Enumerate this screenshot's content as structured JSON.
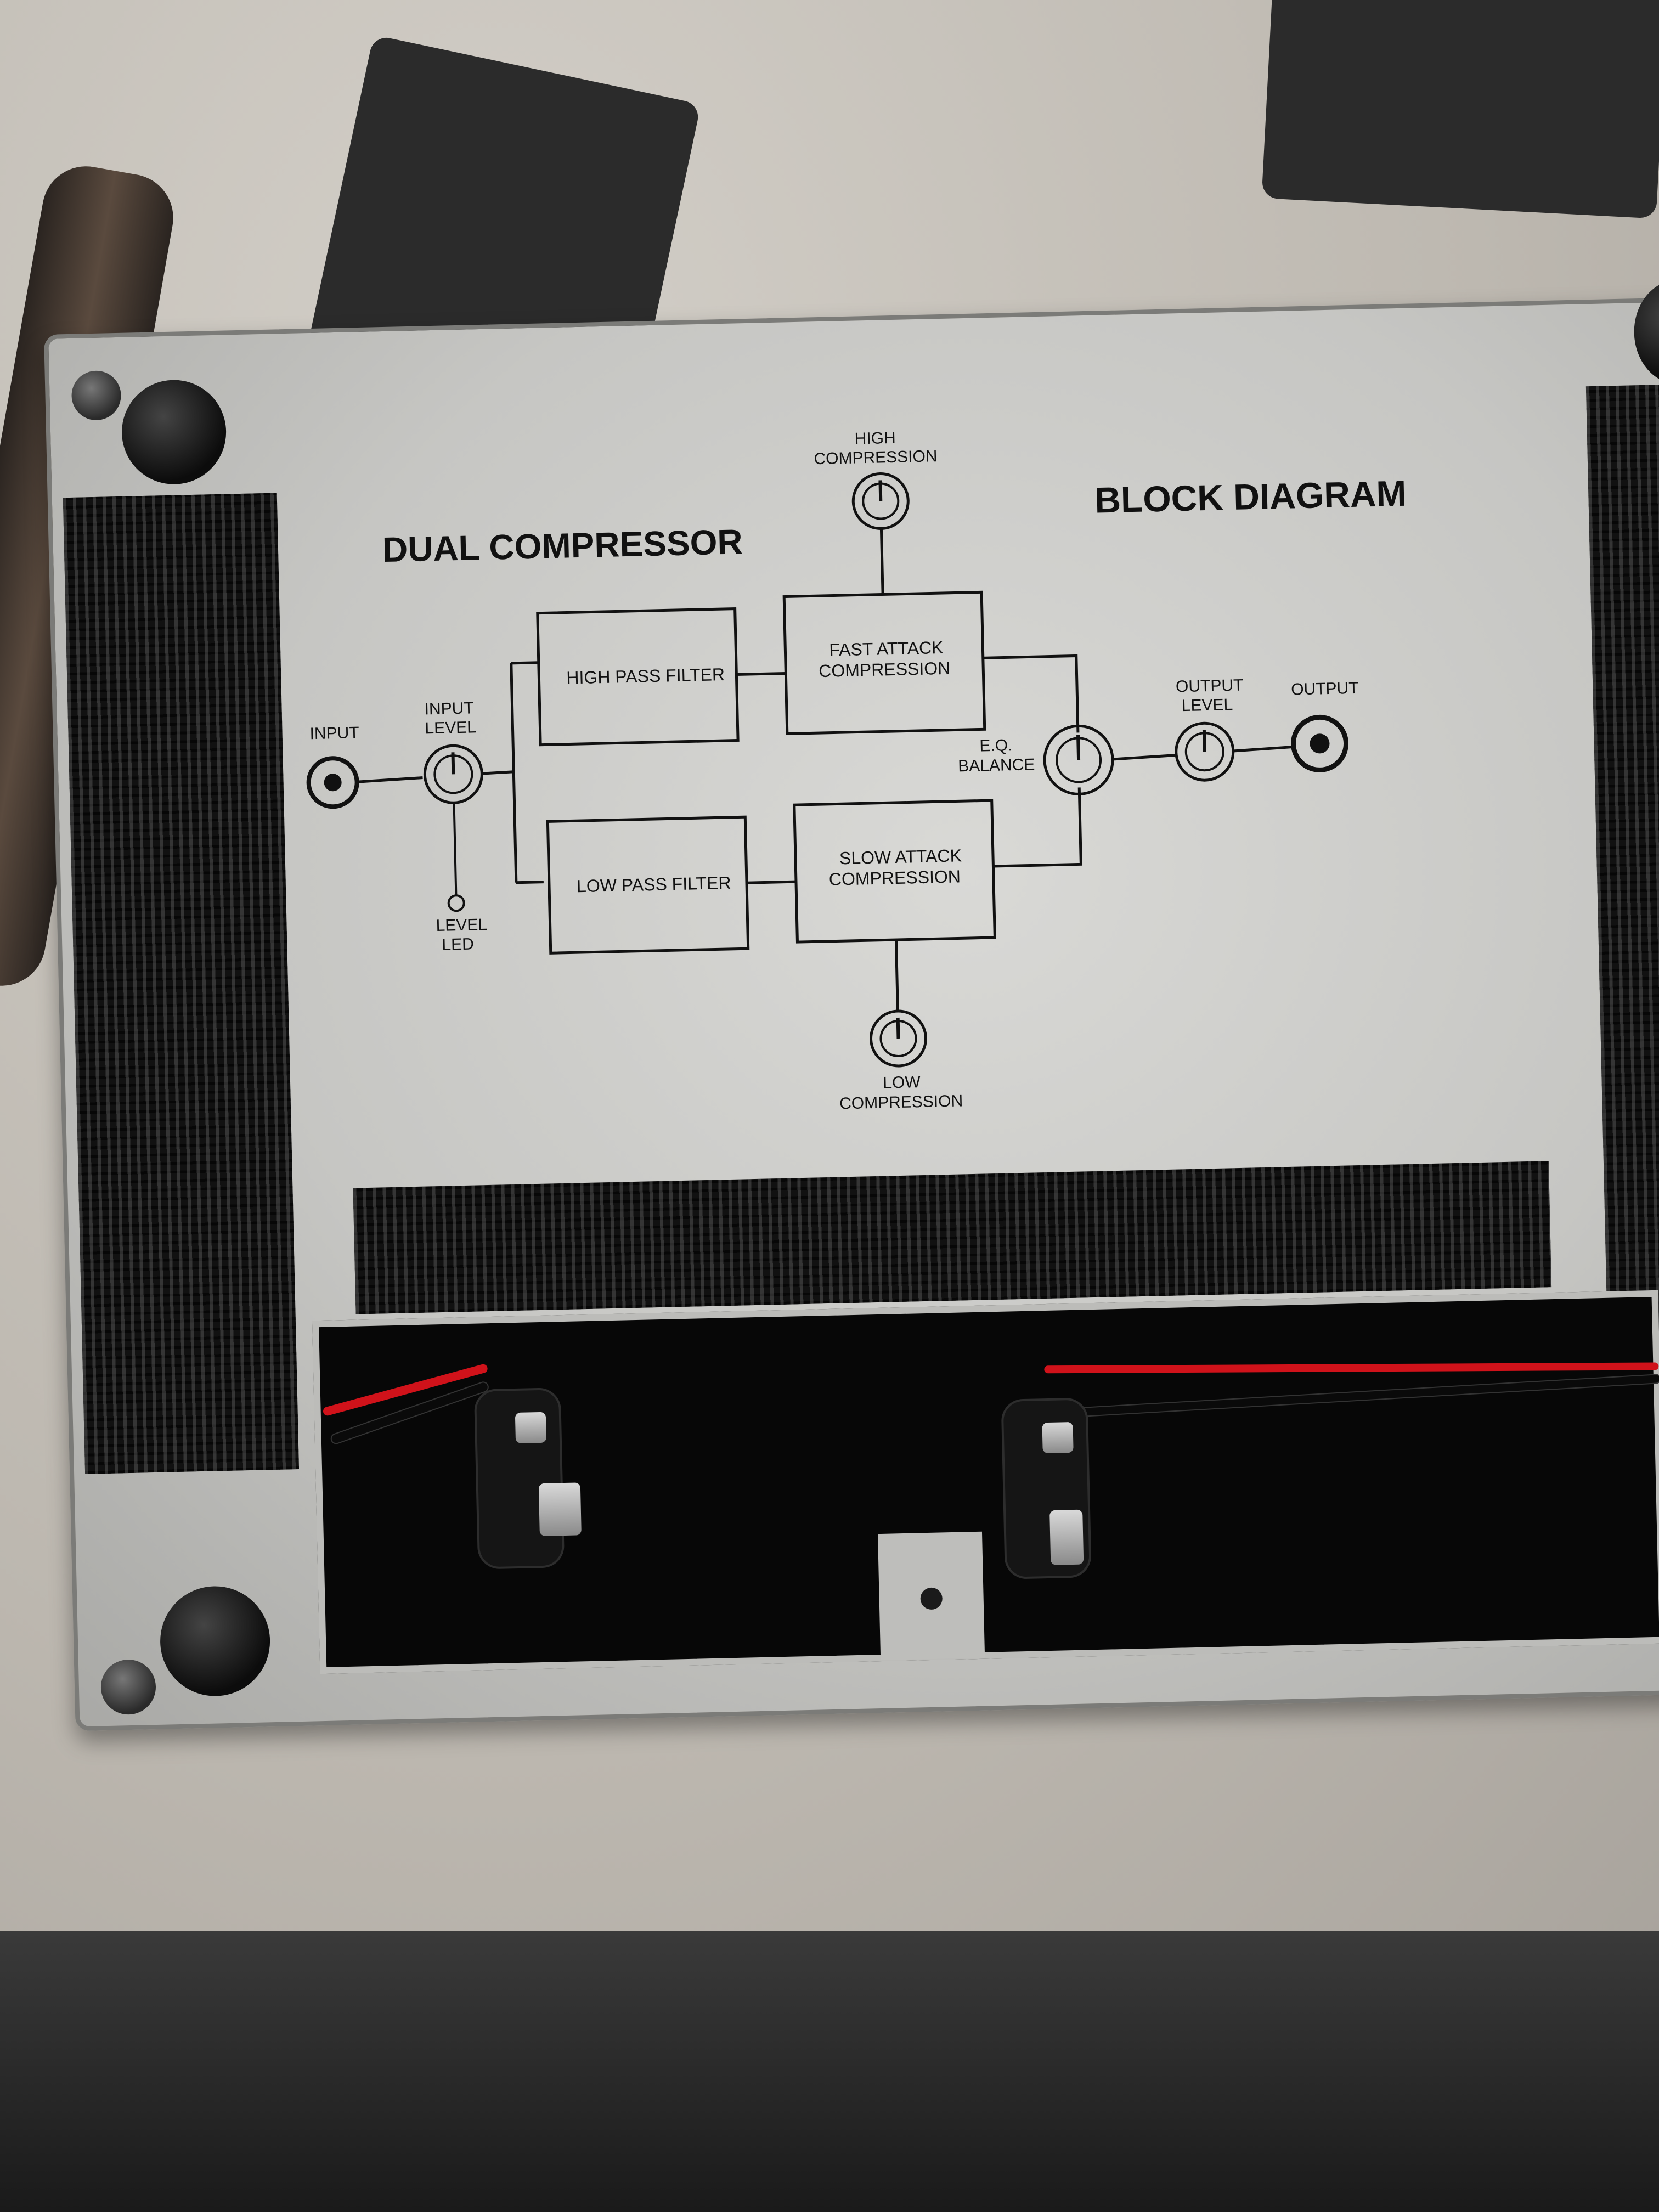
{
  "title": "DUAL COMPRESSOR",
  "heading": "BLOCK DIAGRAM",
  "blocks": {
    "high_pass": "HIGH PASS FILTER",
    "low_pass": "LOW PASS FILTER",
    "fast_attack_1": "FAST ATTACK",
    "fast_attack_2": "COMPRESSION",
    "slow_attack_1": "SLOW ATTACK",
    "slow_attack_2": "COMPRESSION"
  },
  "labels": {
    "input": "INPUT",
    "input_level_1": "INPUT",
    "input_level_2": "LEVEL",
    "level_led_1": "LEVEL",
    "level_led_2": "LED",
    "high_comp_1": "HIGH",
    "high_comp_2": "COMPRESSION",
    "low_comp_1": "LOW",
    "low_comp_2": "COMPRESSION",
    "eq_1": "E.Q.",
    "eq_2": "BALANCE",
    "output_level_1": "OUTPUT",
    "output_level_2": "LEVEL",
    "output": "OUTPUT"
  },
  "colors": {
    "plate": "#c9c9c6",
    "velcro": "#111111",
    "wire_red": "#d0121a",
    "wire_black": "#0a0a0a"
  }
}
